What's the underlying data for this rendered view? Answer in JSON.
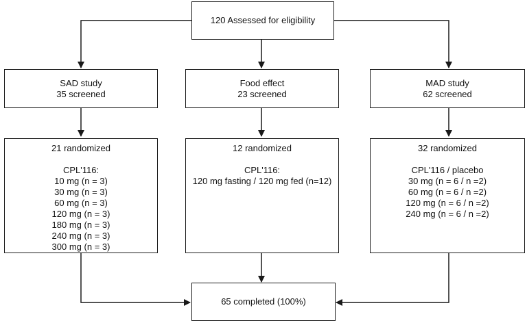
{
  "assessed": {
    "label": "120 Assessed for eligibility"
  },
  "arms": [
    {
      "name": "SAD study",
      "screened": "35 screened",
      "randomized": "21 randomized",
      "drug": "CPL'116:",
      "doses": [
        "10 mg (n = 3)",
        "30 mg (n = 3)",
        "60 mg (n = 3)",
        "120 mg (n = 3)",
        "180 mg (n = 3)",
        "240 mg (n = 3)",
        "300 mg (n = 3)"
      ]
    },
    {
      "name": "Food effect",
      "screened": "23 screened",
      "randomized": "12 randomized",
      "drug": "CPL'116:",
      "doses": [
        "120 mg fasting / 120 mg fed (n=12)"
      ]
    },
    {
      "name": "MAD study",
      "screened": "62 screened",
      "randomized": "32 randomized",
      "drug": "CPL'116 / placebo",
      "doses": [
        "30 mg (n = 6 / n =2)",
        "60 mg (n = 6 / n =2)",
        "120 mg (n = 6 / n =2)",
        "240 mg (n = 6 / n =2)"
      ]
    }
  ],
  "completed": {
    "label": "65 completed (100%)"
  }
}
